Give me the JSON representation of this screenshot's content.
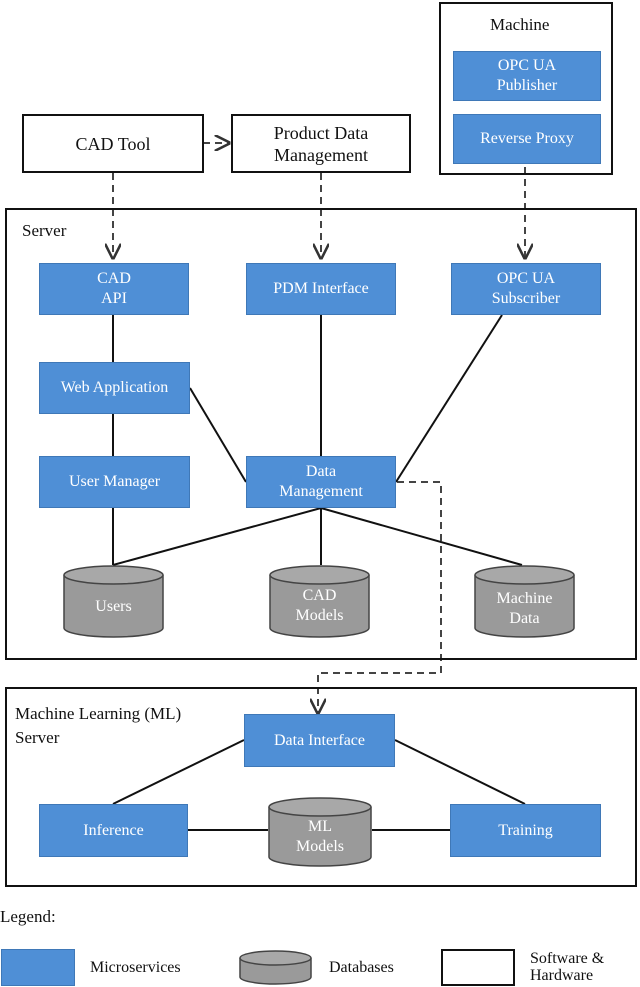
{
  "colors": {
    "microservice": "#4f8fd6",
    "database": "#9a9a9a",
    "frame": "#111111"
  },
  "frames": {
    "machine": "Machine",
    "server": "Server",
    "ml_server": "Machine Learning (ML)\n     Server"
  },
  "software": {
    "cad_tool": "CAD Tool",
    "pdm": "Product Data\nManagement"
  },
  "microservices": {
    "opcua_publisher": "OPC UA\nPublisher",
    "reverse_proxy": "Reverse Proxy",
    "cad_api": "CAD\nAPI",
    "pdm_interface": "PDM Interface",
    "opcua_subscriber": "OPC UA\nSubscriber",
    "web_application": "Web Application",
    "user_manager": "User Manager",
    "data_management": "Data\nManagement",
    "data_interface": "Data Interface",
    "inference": "Inference",
    "training": "Training"
  },
  "databases": {
    "users": "Users",
    "cad_models": "CAD\nModels",
    "machine_data": "Machine\nData",
    "ml_models": "ML\nModels"
  },
  "legend": {
    "title": "Legend:",
    "microservices": "Microservices",
    "databases": "Databases",
    "software_hardware": "Software &\nHardware"
  }
}
